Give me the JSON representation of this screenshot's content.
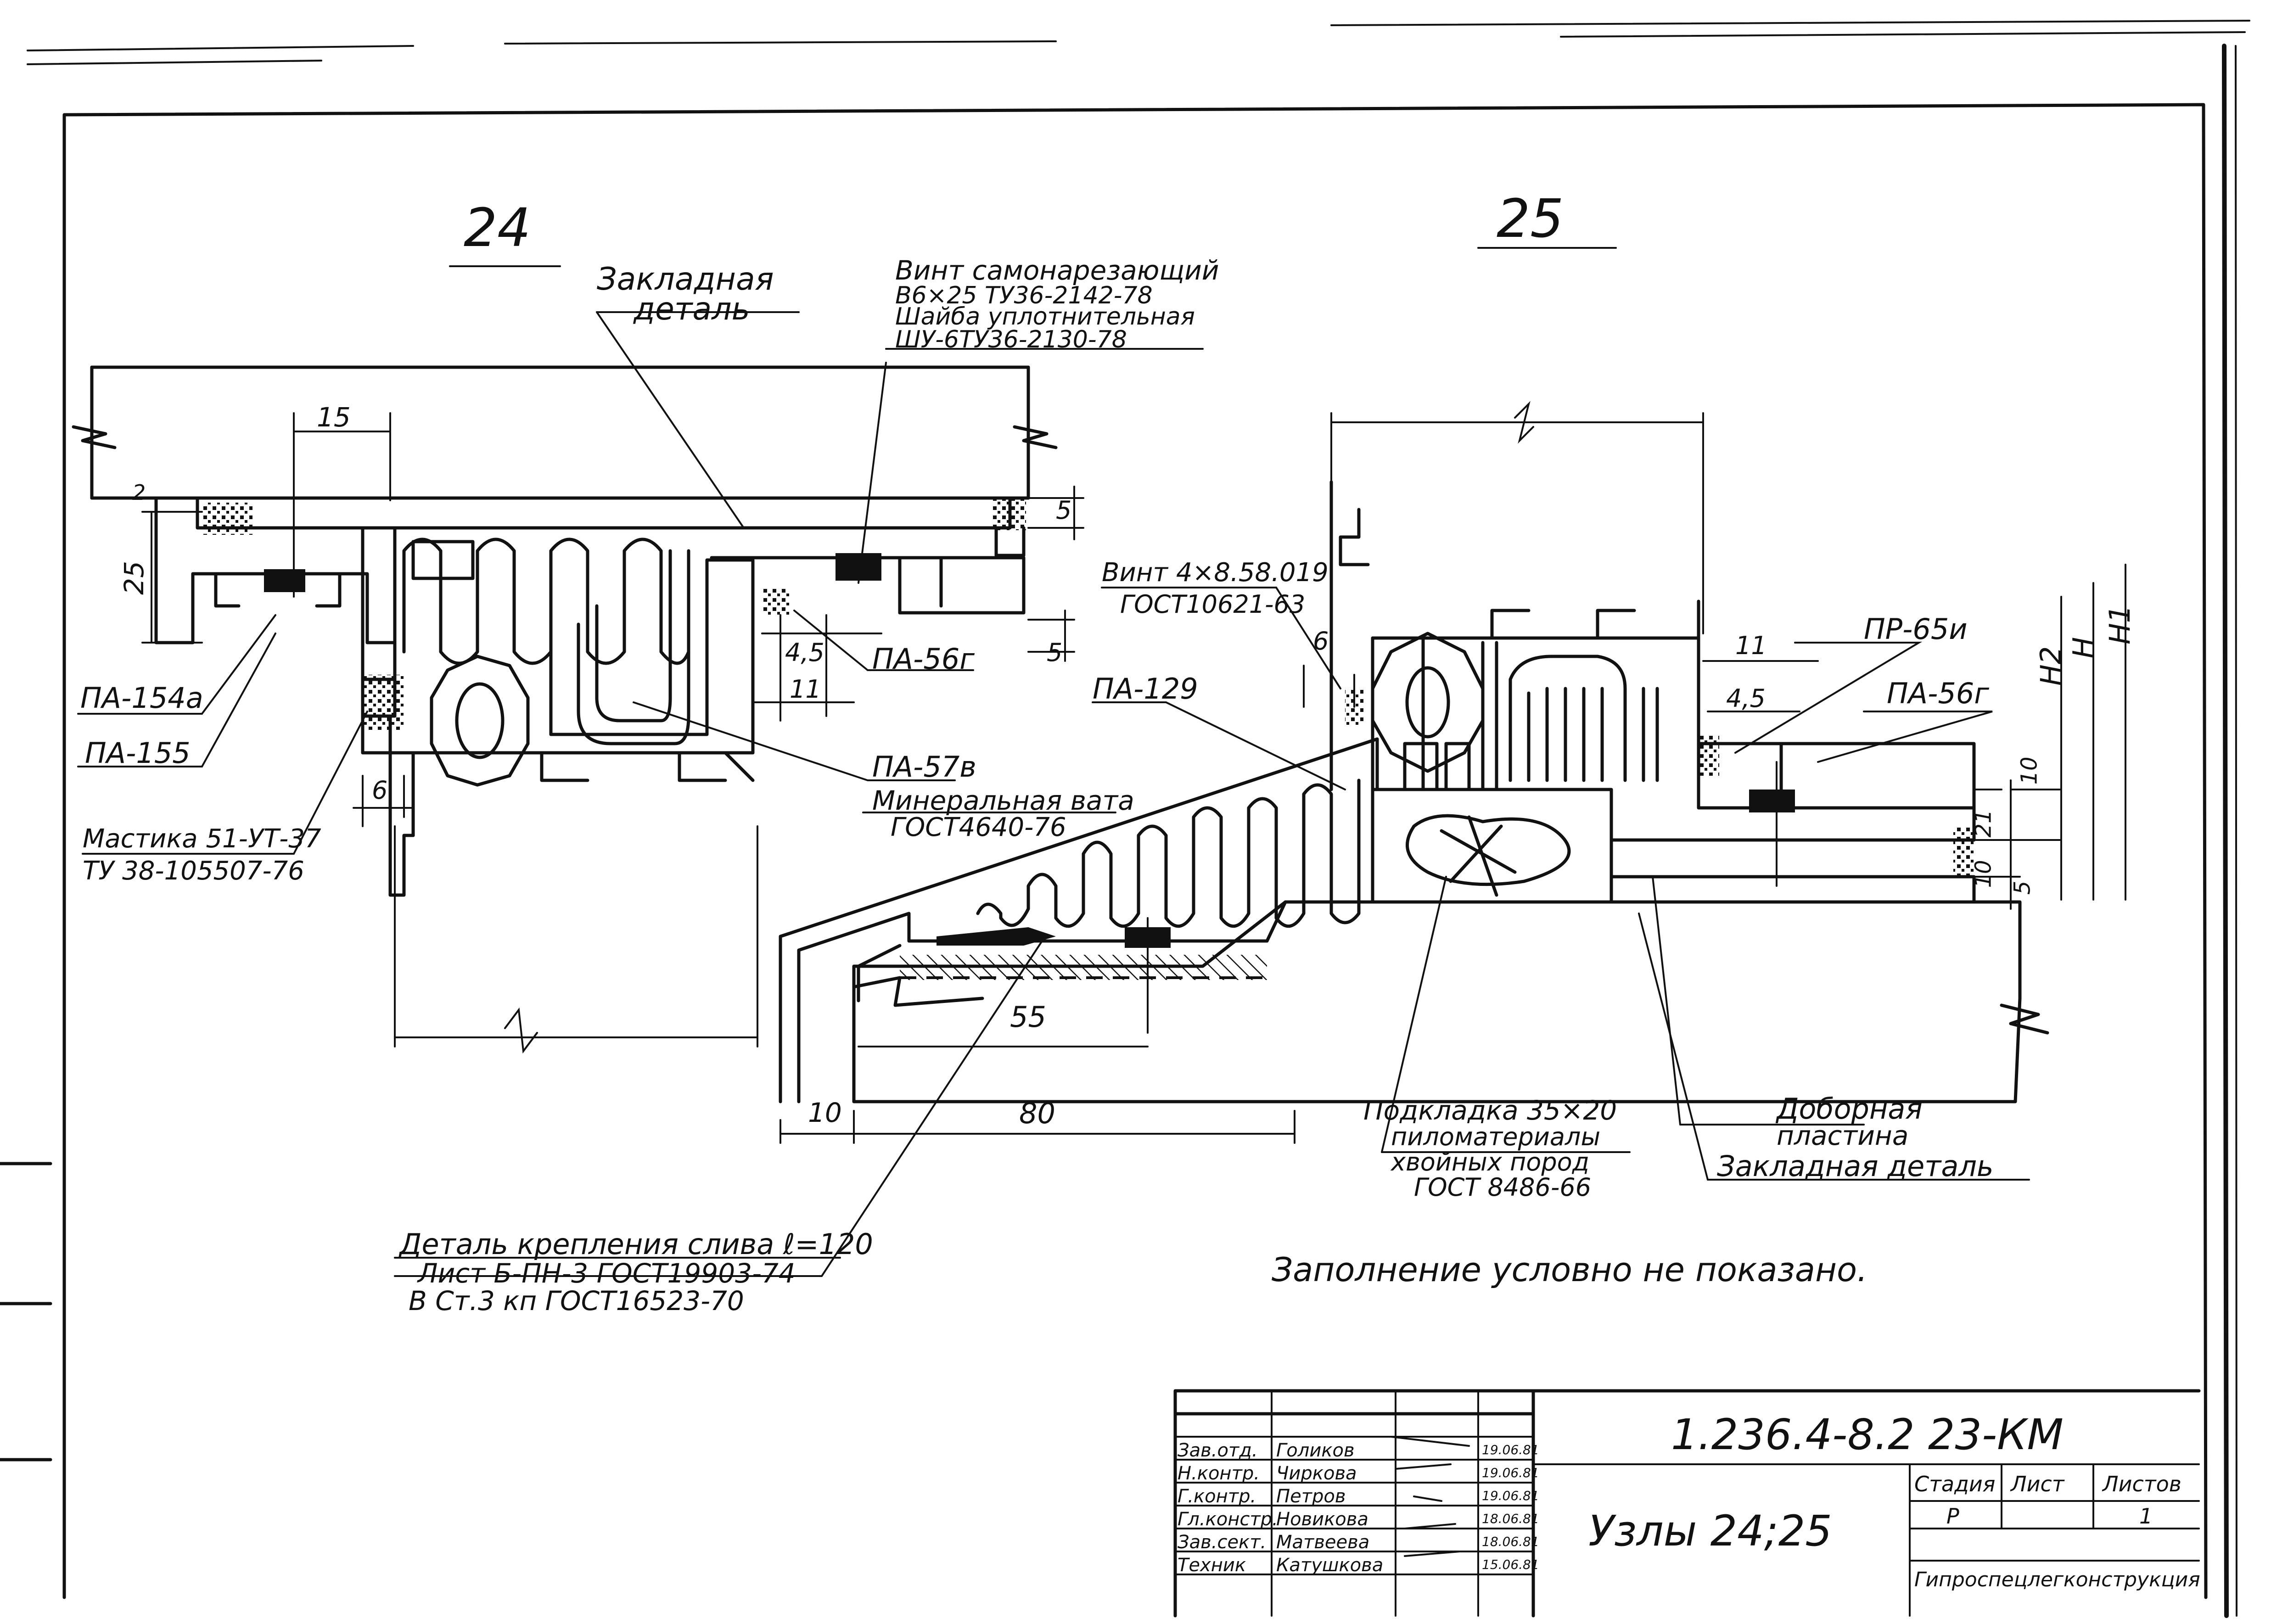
{
  "drawing": {
    "detail_24_label": "24",
    "detail_25_label": "25",
    "note_bottom": "Заполнение условно не показано."
  },
  "callouts_24": {
    "embedded_part_line1": "Закладная",
    "embedded_part_line2": "деталь",
    "screw_line1": "Винт самонарезающий",
    "screw_line2": "В6×25 ТУ36-2142-78",
    "screw_line3": "Шайба уплотнительная",
    "screw_line4": "ШУ-6ТУ36-2130-78",
    "pa154": "ПА-154а",
    "pa155": "ПА-155",
    "mastic_line1": "Мастика 51-УТ-37",
    "mastic_line2": "ТУ 38-105507-76",
    "pa57": "ПА-57в",
    "pa56_left": "ПА-56г",
    "mineral_line1": "Минеральная вата",
    "mineral_line2": "ГОСТ4640-76"
  },
  "callouts_25": {
    "screw4_line1": "Винт 4×8.58.019",
    "screw4_line2": "ГОСТ10621-63",
    "pa129": "ПА-129",
    "pr65": "ПР-65и",
    "pa56_right": "ПА-56г",
    "pad_line1": "Подкладка 35×20",
    "pad_line2": "пиломатериалы",
    "pad_line3": "хвойных пород",
    "pad_line4": "ГОСТ 8486-66",
    "extra_plate_line1": "Доборная",
    "extra_plate_line2": "пластина",
    "embedded_part_25": "Закладная деталь",
    "fix_line1": "Деталь крепления слива ℓ=120",
    "fix_line2": "Лист Б-ПН-3 ГОСТ19903-74",
    "fix_line3": "В Ст.3 кп ГОСТ16523-70"
  },
  "dimensions": {
    "d15": "15",
    "d2": "2",
    "d25": "25",
    "d5a": "5",
    "d5b": "5",
    "d4_5a": "4,5",
    "d11a": "11",
    "d6a": "6",
    "d6b": "6",
    "d11b": "11",
    "d4_5b": "4,5",
    "d55": "55",
    "d10a": "10",
    "d80": "80",
    "h2": "H2",
    "h": "H",
    "h1": "H1",
    "d10b": "10",
    "d21": "21",
    "d10c": "10",
    "d5c": "5"
  },
  "title_block": {
    "doc_code": "1.236.4-8.2 23-КМ",
    "sheet_title": "Узлы 24;25",
    "stage_hdr": "Стадия",
    "sheet_hdr": "Лист",
    "sheets_hdr": "Листов",
    "stage_val": "Р",
    "sheets_val": "1",
    "org": "Гипроспецлегконструкция",
    "rows": [
      {
        "role": "Зав.отд.",
        "name": "Голиков",
        "date": "19.06.81"
      },
      {
        "role": "Н.контр.",
        "name": "Чиркова",
        "date": "19.06.81"
      },
      {
        "role": "Г.контр.",
        "name": "Петров",
        "date": "19.06.81"
      },
      {
        "role": "Гл.констр.",
        "name": "Новикова",
        "date": "18.06.81"
      },
      {
        "role": "Зав.сект.",
        "name": "Матвеева",
        "date": "18.06.81"
      },
      {
        "role": "Техник",
        "name": "Катушкова",
        "date": "15.06.81"
      }
    ]
  }
}
